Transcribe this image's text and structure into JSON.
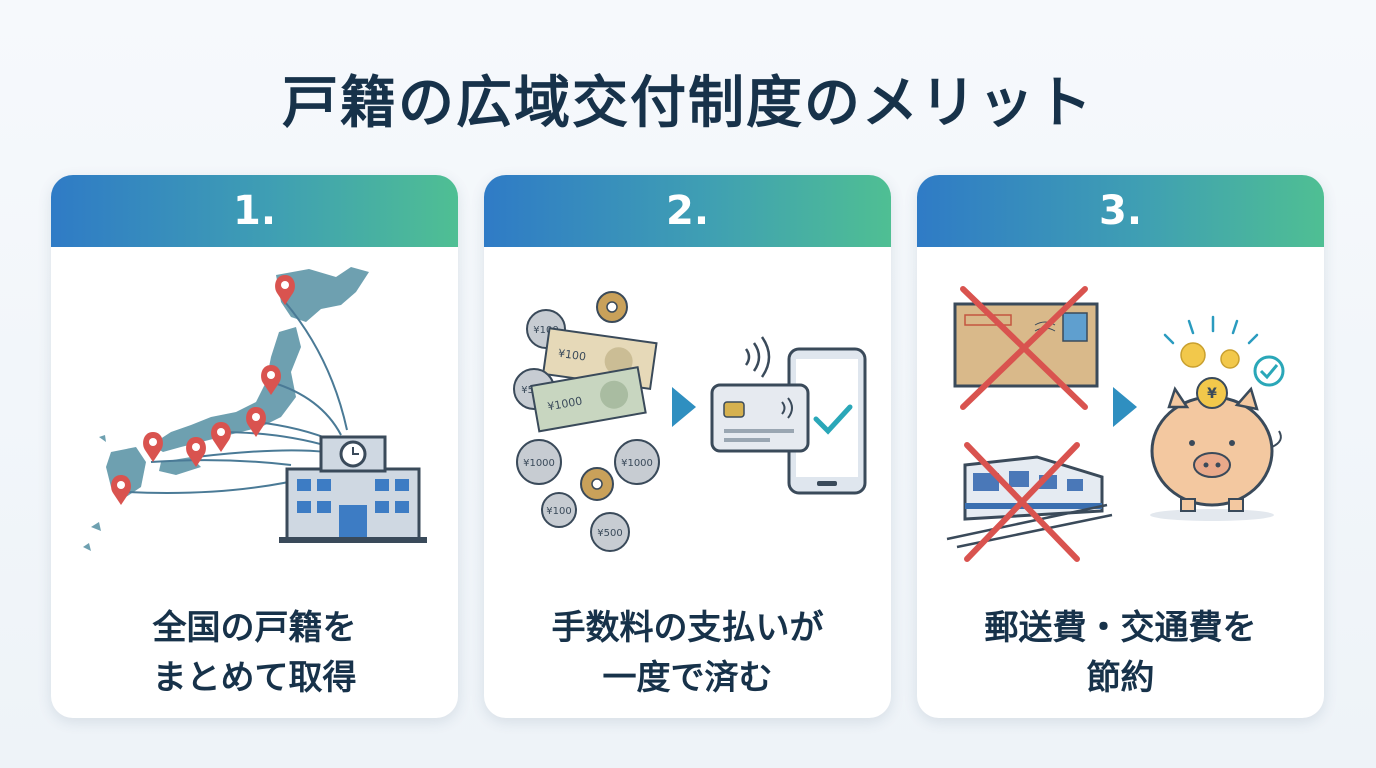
{
  "title": "戸籍の広域交付制度のメリット",
  "colors": {
    "title": "#17324a",
    "header_start": "#2f7bc6",
    "header_end": "#4fbf93",
    "pin": "#d9534f",
    "cross": "#d9534f",
    "check": "#2aa7b8"
  },
  "cards": [
    {
      "number": "1.",
      "caption_line1": "全国の戸籍を",
      "caption_line2": "まとめて取得",
      "icons": [
        "japan-map",
        "location-pin",
        "city-hall-building",
        "clock"
      ]
    },
    {
      "number": "2.",
      "caption_line1": "手数料の支払いが",
      "caption_line2": "一度で済む",
      "icons": [
        "coins",
        "banknotes",
        "contactless-card",
        "smartphone",
        "checkmark"
      ],
      "money_labels": {
        "coin_100_a": "¥100",
        "note_100": "¥100",
        "coin_500_a": "¥500",
        "note_1000": "¥1000",
        "coin_1000_a": "¥1000",
        "coin_1000_b": "¥1000",
        "coin_100_b": "¥100",
        "coin_500_b": "¥500"
      }
    },
    {
      "number": "3.",
      "caption_line1": "郵送費・交通費を",
      "caption_line2": "節約",
      "icons": [
        "envelope",
        "train",
        "cross",
        "piggy-bank",
        "yen-coin",
        "checkmark"
      ],
      "yen_symbol": "¥"
    }
  ]
}
